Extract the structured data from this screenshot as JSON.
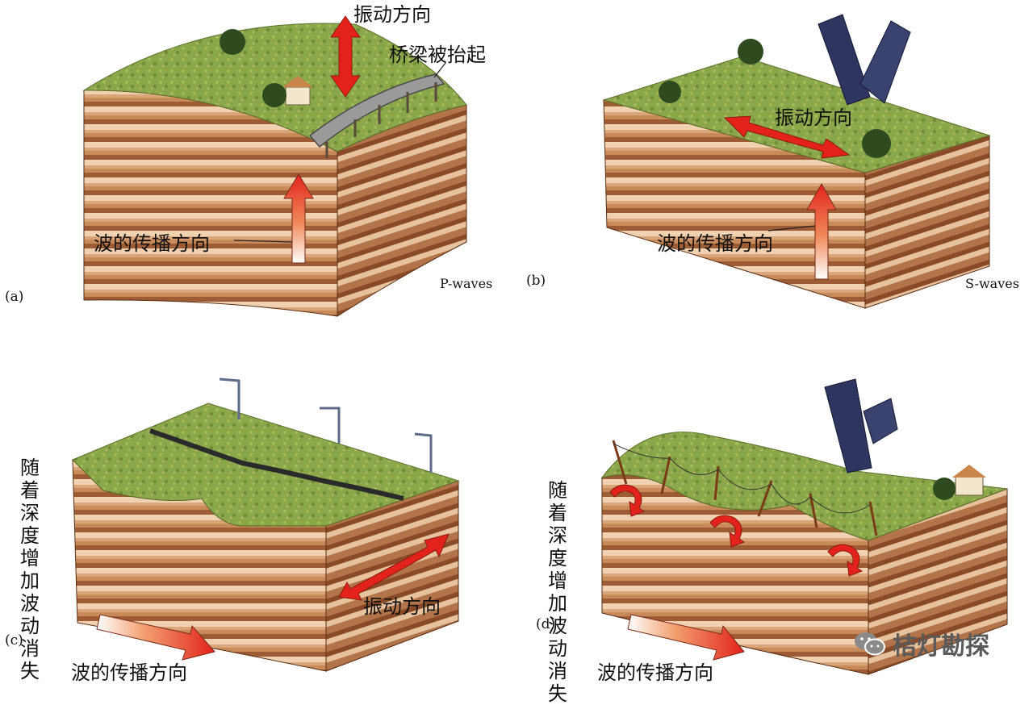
{
  "panels": {
    "a": {
      "tag": "(a)",
      "wave_name": "P-waves",
      "vibration_label": "振动方向",
      "bridge_label": "桥梁被抬起",
      "propagation_label": "波的传播方向"
    },
    "b": {
      "tag": "(b)",
      "wave_name": "S-waves",
      "vibration_label": "振动方向",
      "propagation_label": "波的传播方向"
    },
    "c": {
      "tag": "(c)",
      "depth_label": "随着深度增加波动消失",
      "vibration_label": "振动方向",
      "propagation_label": "波的传播方向"
    },
    "d": {
      "tag": "(d)",
      "depth_label": "随着深度增加波动消失",
      "propagation_label": "波的传播方向"
    }
  },
  "watermark": {
    "icon": "wechat-icon",
    "text": "桔灯勘探"
  },
  "colors": {
    "ground_top": "#8aa84a",
    "strata_light": "#f3d9bd",
    "strata_dark": "#9c5a33",
    "arrow_red": "#e3231b"
  }
}
